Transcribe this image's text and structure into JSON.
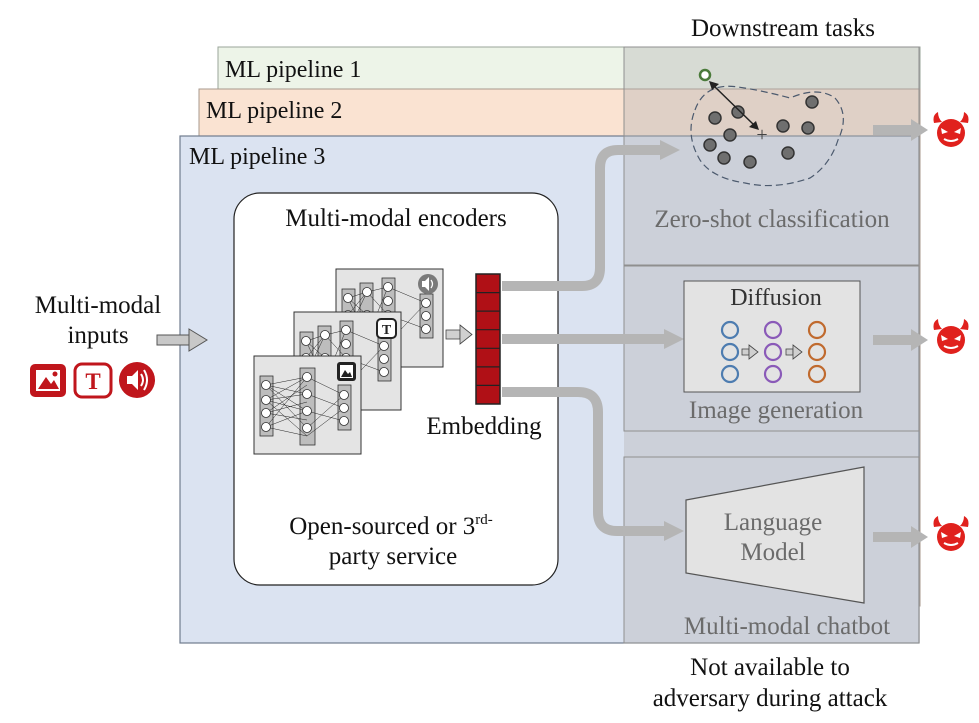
{
  "header": {
    "downstream": "Downstream tasks"
  },
  "pipelines": {
    "p1": "ML pipeline 1",
    "p2": "ML pipeline 2",
    "p3": "ML pipeline 3"
  },
  "inputs": {
    "line1": "Multi-modal",
    "line2": "inputs"
  },
  "encoders": {
    "title": "Multi-modal encoders",
    "embedding": "Embedding",
    "footer_line1_pre": "Open-sourced or 3",
    "footer_sup": "rd-",
    "footer_line2": "party service"
  },
  "tasks": {
    "zero_shot": "Zero-shot classification",
    "diffusion": "Diffusion",
    "image_gen": "Image generation",
    "lm_line1": "Language",
    "lm_line2": "Model",
    "chatbot": "Multi-modal chatbot"
  },
  "note": {
    "line1": "Not available to",
    "line2": "adversary during attack"
  },
  "colors": {
    "pipeline1_fill": "#edf4e8",
    "pipeline2_fill": "#fae3d2",
    "pipeline3_fill": "#dbe3f1",
    "gray_overlay": "#b3b3b3",
    "embedding_red": "#b01016",
    "input_icon_red": "#c0161c",
    "devil_red": "#e0211d",
    "diffusion_blue": "#4d7cb0",
    "diffusion_purple": "#8a5ab8",
    "diffusion_orange": "#c06a2e",
    "arrow_gray": "#b5b5b5"
  },
  "icons": [
    "image-icon",
    "text-icon",
    "audio-icon",
    "devil-icon",
    "plus-icon"
  ]
}
